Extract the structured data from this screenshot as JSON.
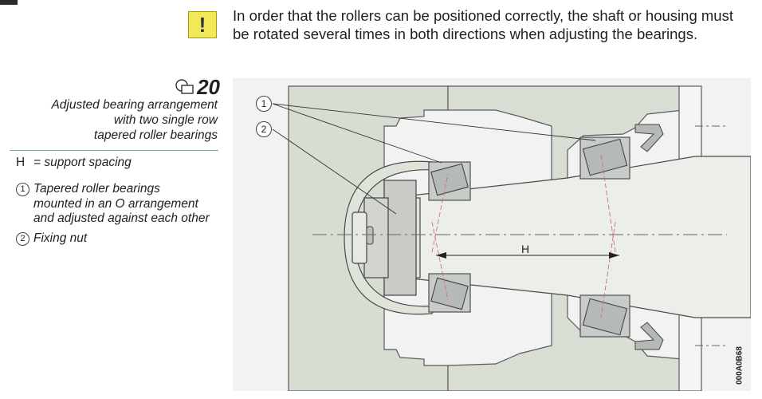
{
  "note": {
    "icon": "exclamation-warning-icon",
    "icon_glyph": "!",
    "icon_color": "#f1e85a",
    "text": "In order that the rollers can be positioned correctly, the shaft or housing must be rotated several times in both directions when adjusting the bearings."
  },
  "figure": {
    "number": "20",
    "caption_lines": [
      "Adjusted bearing arrangement",
      "with two single row",
      "tapered roller bearings"
    ],
    "legend": [
      {
        "key": "H",
        "text": "= support spacing"
      },
      {
        "key": "1",
        "text_lines": [
          "Tapered roller bearings",
          "mounted in an O arrangement",
          "and adjusted against each other"
        ]
      },
      {
        "key": "2",
        "text_lines": [
          "Fixing nut"
        ]
      }
    ],
    "drawing": {
      "callouts": [
        "1",
        "2"
      ],
      "dimension_label": "H",
      "code": "000A0B68"
    }
  }
}
